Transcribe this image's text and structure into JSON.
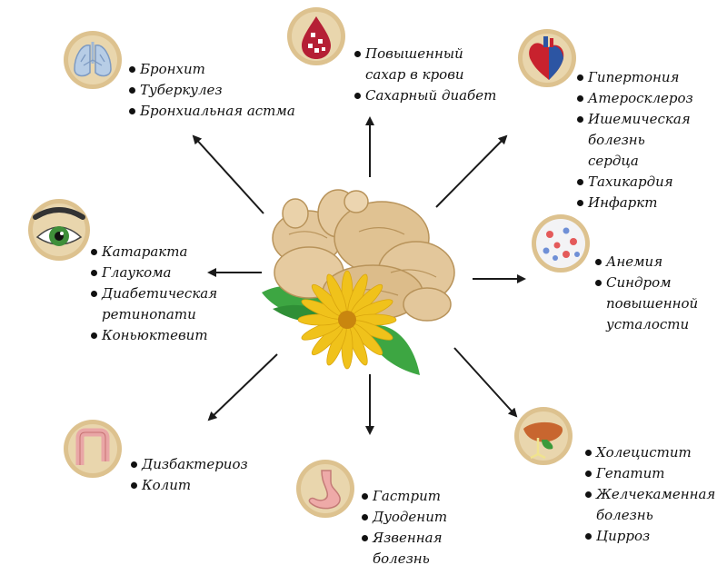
{
  "colors": {
    "icon_ring": "#ddc28f",
    "arrow": "#1a1a1a",
    "leaf": "#3da642",
    "petal": "#f0c21b",
    "flower_center": "#c9860f",
    "ginger": "#e3c79b"
  },
  "groups": [
    {
      "id": "lungs",
      "icon": "lungs-icon",
      "items": [
        "Бронхит",
        "Туберкулез",
        "Бронхиальная астма"
      ]
    },
    {
      "id": "blood",
      "icon": "blood-drop-icon",
      "items": [
        "Повышенный сахар в крови",
        "Сахарный диабет"
      ]
    },
    {
      "id": "heart",
      "icon": "heart-icon",
      "items": [
        "Гипертония",
        "Атеросклероз",
        "Ишемическая болезнь сердца",
        "Тахикардия",
        "Инфаркт"
      ]
    },
    {
      "id": "eye",
      "icon": "eye-icon",
      "items": [
        "Катаракта",
        "Глаукома",
        "Диабетическая ретинопати",
        "Коньюктевит"
      ]
    },
    {
      "id": "cells",
      "icon": "blood-cells-icon",
      "items": [
        "Анемия",
        "Синдром повышенной усталости"
      ]
    },
    {
      "id": "intestine",
      "icon": "intestine-icon",
      "items": [
        "Дизбактериоз",
        "Колит"
      ]
    },
    {
      "id": "stomach",
      "icon": "stomach-icon",
      "items": [
        "Гастрит",
        "Дуоденит",
        "Язвенная болезнь"
      ]
    },
    {
      "id": "liver",
      "icon": "liver-icon",
      "items": [
        "Холецистит",
        "Гепатит",
        "Желчекаменная болезнь",
        "Цирроз"
      ]
    }
  ]
}
